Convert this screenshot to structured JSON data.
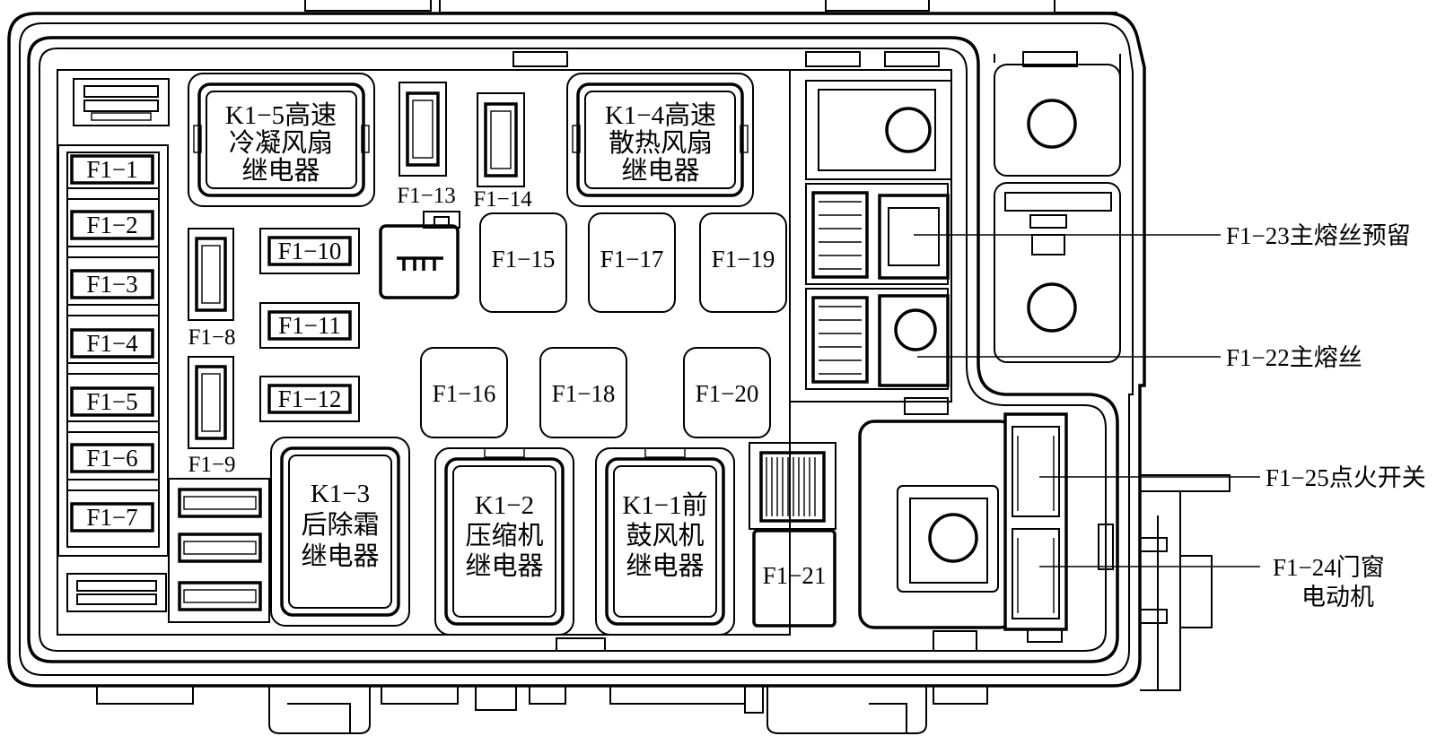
{
  "small_fuses": {
    "f1_1": "F1−1",
    "f1_2": "F1−2",
    "f1_3": "F1−3",
    "f1_4": "F1−4",
    "f1_5": "F1−5",
    "f1_6": "F1−6",
    "f1_7": "F1−7",
    "f1_8": "F1−8",
    "f1_9": "F1−9",
    "f1_10": "F1−10",
    "f1_11": "F1−11",
    "f1_12": "F1−12",
    "f1_13": "F1−13",
    "f1_14": "F1−14"
  },
  "large_fuses": {
    "f1_15": "F1−15",
    "f1_16": "F1−16",
    "f1_17": "F1−17",
    "f1_18": "F1−18",
    "f1_19": "F1−19",
    "f1_20": "F1−20",
    "f1_21": "F1−21"
  },
  "relays": {
    "k1_5": {
      "line1": "K1−5高速",
      "line2": "冷凝风扇",
      "line3": "继电器"
    },
    "k1_4": {
      "line1": "K1−4高速",
      "line2": "散热风扇",
      "line3": "继电器"
    },
    "k1_3": {
      "line1": "K1−3",
      "line2": "后除霜",
      "line3": "继电器"
    },
    "k1_2": {
      "line1": "K1−2",
      "line2": "压缩机",
      "line3": "继电器"
    },
    "k1_1": {
      "line1": "K1−1前",
      "line2": "鼓风机",
      "line3": "继电器"
    }
  },
  "callouts": {
    "f1_23": "F1−23主熔丝预留",
    "f1_22": "F1−22主熔丝",
    "f1_25": "F1−25点火开关",
    "f1_24_line1": "F1−24门窗",
    "f1_24_line2": "电动机"
  }
}
